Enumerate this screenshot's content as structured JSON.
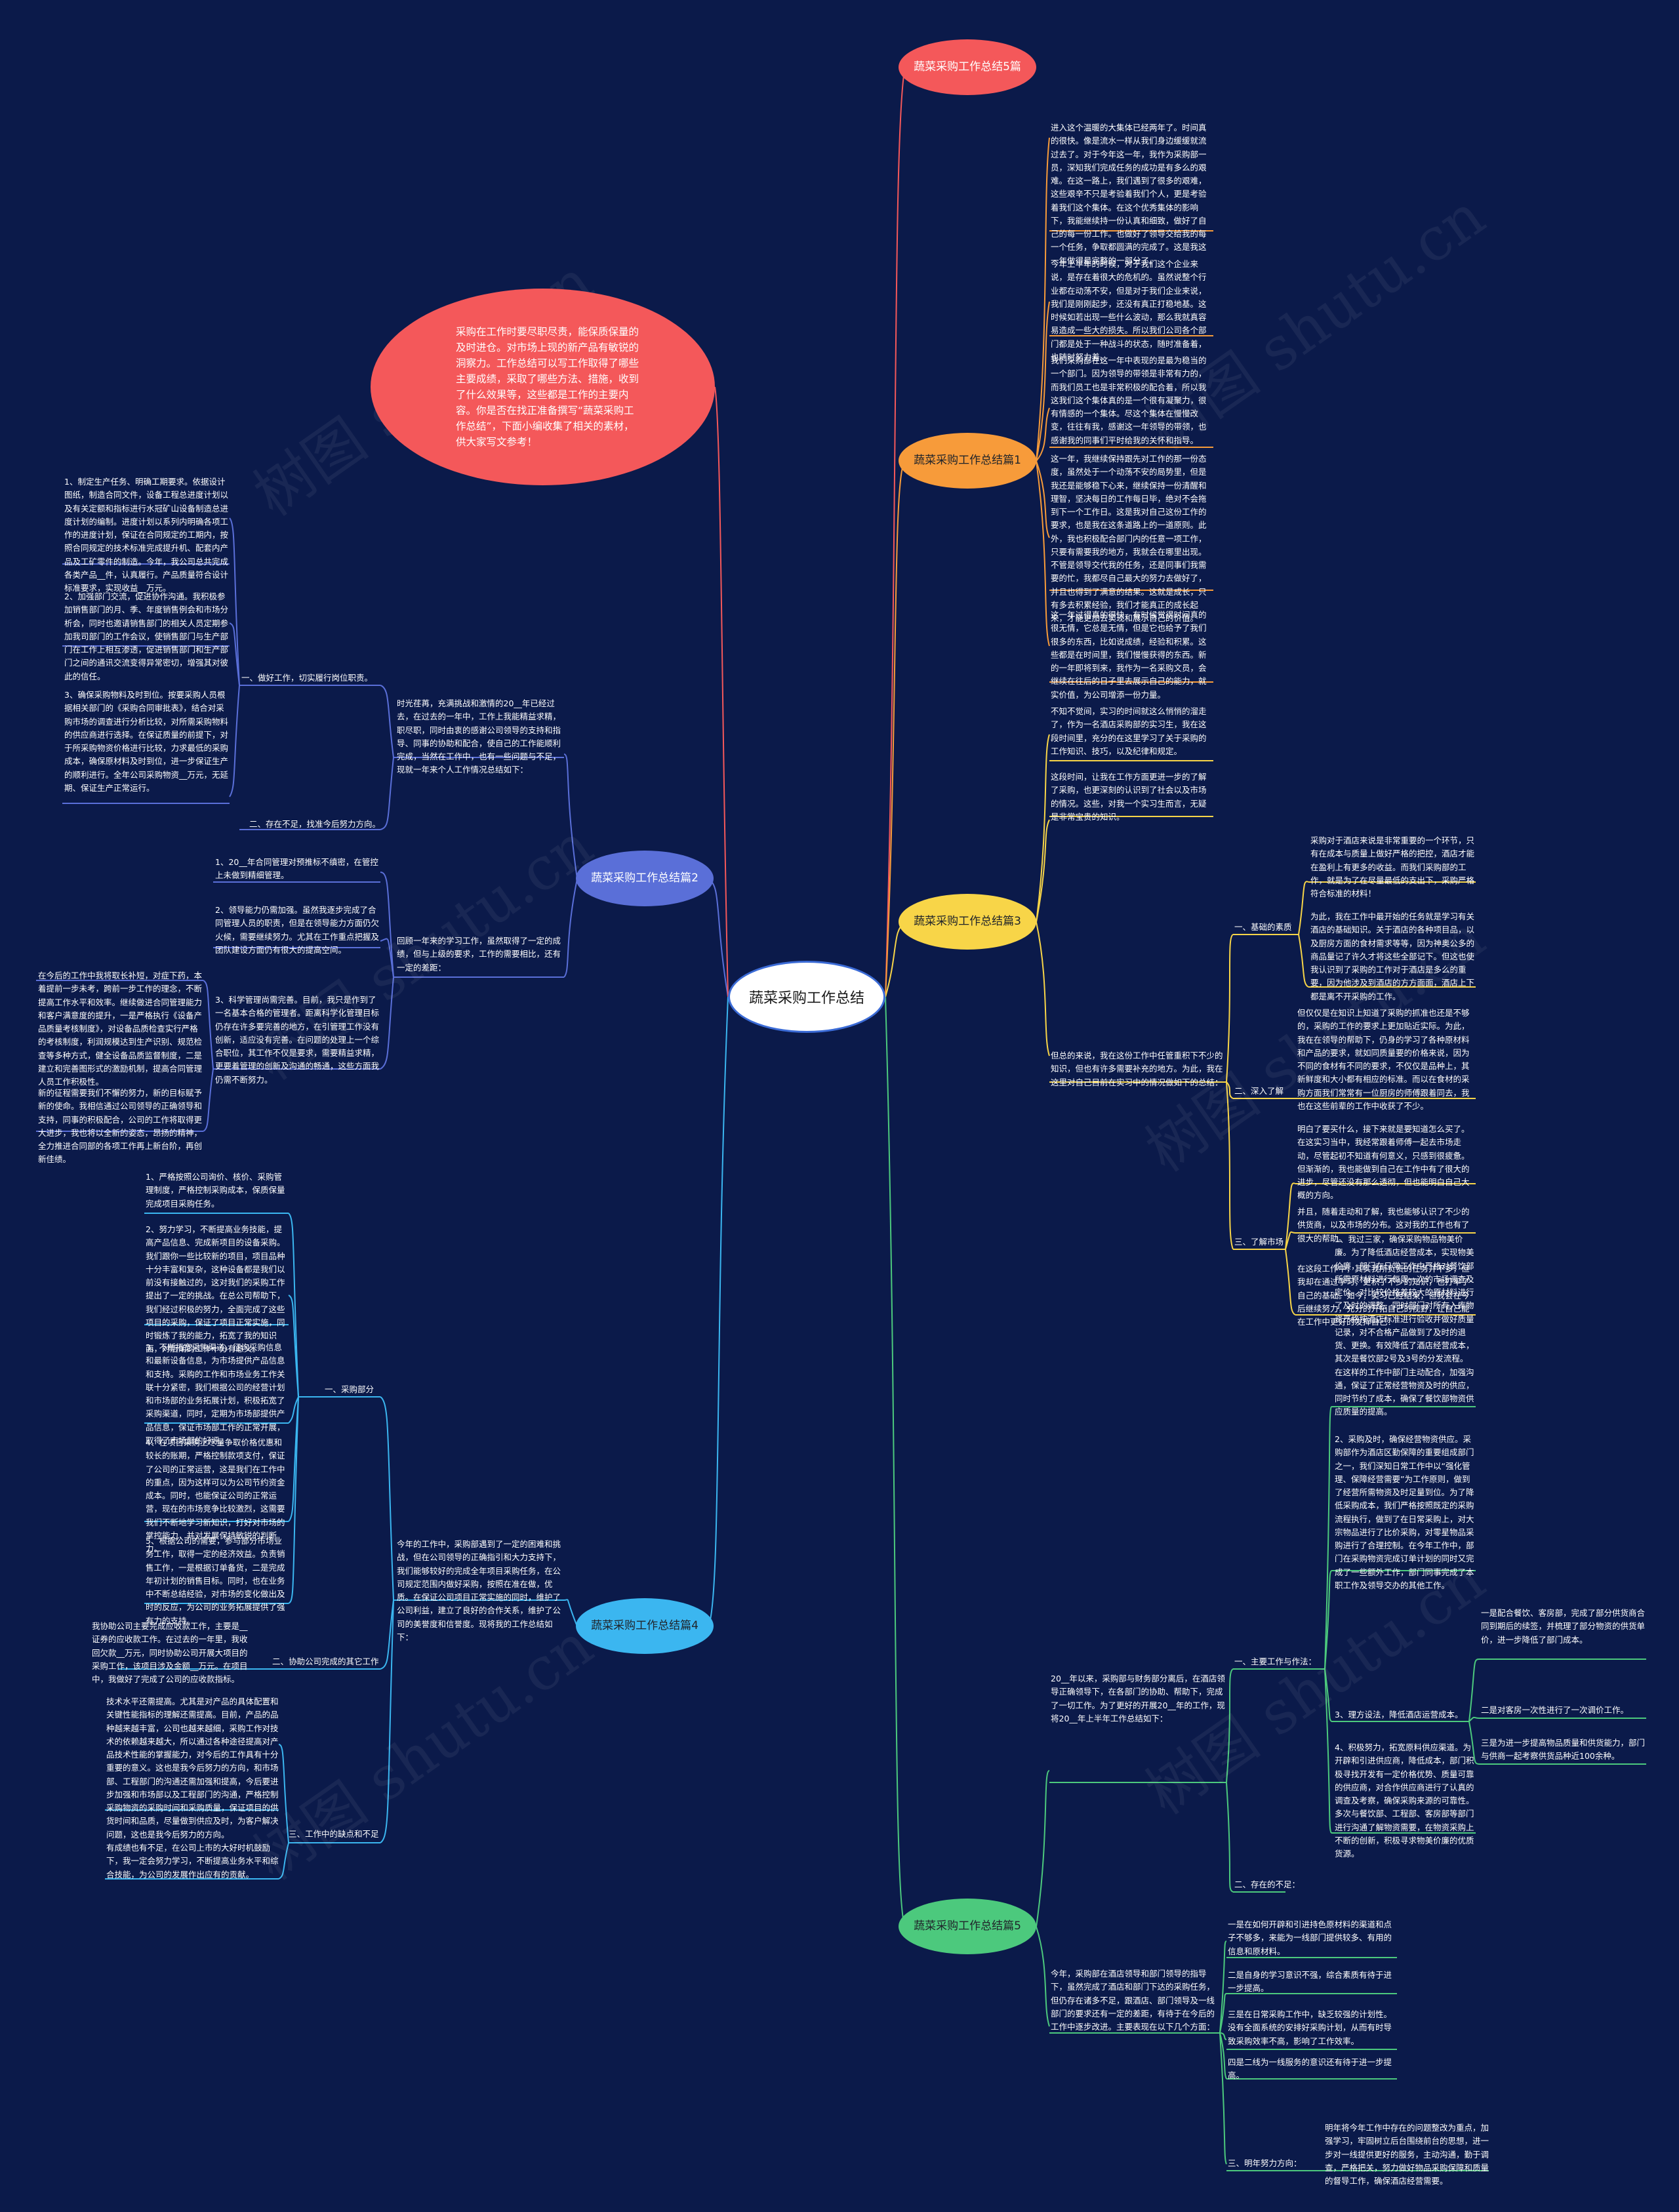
{
  "root": {
    "label": "蔬菜采购工作总结"
  },
  "intro": {
    "text": "采购在工作时要尽职尽责，能保质保量的及时进仓。对市场上现的新产品有敏锐的洞察力。工作总结可以写工作取得了哪些主要成绩，采取了哪些方法、措施，收到了什么效果等，这些都是工作的主要内容。你是否在找正准备撰写“蔬菜采购工作总结”，下面小编收集了相关的素材，供大家写文参考！"
  },
  "branches": {
    "b5top": {
      "label": "蔬菜采购工作总结5篇"
    },
    "b1": {
      "label": "蔬菜采购工作总结篇1",
      "p1": "进入这个温暖的大集体已经两年了。时间真的很快。像是流水一样从我们身边缓缓就流过去了。对于今年这一年，我作为采购部一员，深知我们完成任务的成功是有多么的艰难。在这一路上，我们遇到了很多的艰难，这些艰辛不只是考验着我们个人，更是考验着我们这个集体。在这个优秀集体的影响下，我能继续持一份认真和细致，做好了自己的每一份工作。也做好了领导交给我的每一个任务，争取都圆满的完成了。这是我这一年做得最完整的一部分了。",
      "p2": "今年上半年的时候，对于我们这个企业来说，是存在着很大的危机的。虽然说整个行业都在动荡不安，但是对于我们企业来说，我们是刚刚起步，还没有真正打稳地基。这时候如若出现一些什么波动，那么我就真容易造成一些大的损失。所以我们公司各个部门都是处于一种战斗的状态，随时准备着，也随时努力着。",
      "p3": "我们采购部在这一年中表现的是最为稳当的一个部门。因为领导的带领是非常有力的，而我们员工也是非常积极的配合着，所以我这我们这个集体真的是一个很有凝聚力，很有情感的一个集体。尽这个集体在慢慢改变，往往有我，感谢这一年领导的带领，也感谢我的同事们平时给我的关怀和指导。",
      "p4": "这一年，我继续保持跟先对工作的那一份态度，虽然处于一个动荡不安的局势里，但是我还是能够稳下心来，继续保持一份清醒和理智，坚决每日的工作每日毕，绝对不会拖到下一个工作日。这是我对自己这份工作的要求，也是我在这条道路上的一道原则。此外，我也积极配合部门内的任意一项工作，只要有需要我的地方，我就会在哪里出现。不管是领导交代我的任务，还是同事们我需要的忙，我都尽自己最大的努力去做好了，并且也得到了满意的结果。这就是成长，只有多去积累经验，我们才能真正的成长起来，才能更加去实现和展示自己的价值。",
      "p5": "这一年过得真的很快，有时候觉得时间真的很无情，它总是无情，但是它也给予了我们很多的东西，比如说成绩，经验和积累。这些都是在时间里，我们慢慢获得的东西。新的一年即将到来，我作为一名采购文员，会继续在往后的日子里去展示自己的能力，就实价值，为公司增添一份力量。"
    },
    "b3": {
      "label": "蔬菜采购工作总结篇3",
      "p1": "不知不觉间，实习的时间就这么悄悄的溜走了，作为一名酒店采购部的实习生，我在这段时间里，充分的在这里学习了关于采购的工作知识、技巧，以及纪律和规定。",
      "p2": "这段时间，让我在工作方面更进一步的了解了采购，也更深刻的认识到了社会以及市场的情况。这些，对我一个实习生而言，无疑是非常宝贵的知识。",
      "p3": "但总的来说，我在这份工作中任管重积下不少的知识，但也有许多需要补充的地方。为此，我在这里对自己目前在实习中的情况做如下的总结：",
      "s1": {
        "label": "一、基础的素质",
        "a": "采购对于酒店来说是非常重要的一个环节，只有在成本与质量上做好严格的把控，酒店才能在盈利上有更多的收益。而我们采购部的工作，就是为了在尽量最低的支出下，采购严格符合标准的材料！",
        "b": "为此，我在工作中最开始的任务就是学习有关酒店的基础知识。关于酒店的各种项目品，以及厨房方面的食材需求等等，因为神奥公多的商品量记了许久才将这些全部记下。但这也使我认识到了采购的工作对于酒店是多么的重要，因为他涉及到酒店的方方面面，酒店上下都是离不开采购的工作。"
      },
      "s2": {
        "label": "二、深入了解",
        "a": "但仅仅是在知识上知道了采购的抓准也还是不够的，采购的工作的要求上更加贴近实际。为此，我在在领导的帮助下，仍身的学习了各种原材料和产品的要求，就如同质量要的价格来说，因为不同的食材有不同的要求，不仅仅是品种上，其新鲜度和大小都有相应的标准。而以在食材的采购方面我们常常有一位厨房的师傅跟着同去，我也在这些前辈的工作中收获了不少。"
      },
      "s3": {
        "label": "三、了解市场",
        "a": "明白了要买什么，接下来就是要知道怎么买了。在这实习当中，我经常跟着师傅一起去市场走动，尽管起初不知道有何意义，只感到很疲惫。但渐渐的，我也能做到自己在工作中有了很大的进步，尽管还没有那么透彻，但也能明白自己大概的方向。",
        "b": "并且，随着走动和了解，我也能够认识了不少的供货商，以及市场的分布。这对我的工作也有了很大的帮助。",
        "c": "在这段工作中，其实我所负责的任务并不多，但我却在通过学习，更积了不少的知识，也打牢了自己的基础。如今，实习已经结束，但我会在今后继续努力，充分的开拓自己的视野，让自己能在工作中更好的发挥自己！"
      }
    },
    "b5": {
      "label": "蔬菜采购工作总结篇5",
      "intro": "20__年以来，采购部与财务部分离后，在酒店领导正确领导下，在各部门的协助、帮助下，完成了一切工作。为了更好的开展20__年的工作，现将20__年上半年工作总结如下：",
      "s1": {
        "label": "一、主要工作与作法：",
        "a": "1、我过三家，确保采购物品物美价廉。为了降低酒店经营成本，实现物美价廉，部门在日常工作中严格对餐饮部所需原材料进行每周一次的市场调查及定价。对比较价格差较大的原材料进行了及时的调整，同时部门对所有入库物资严格按酒店标准进行验收并做好质量记录，对不合格产品做到了及时的退货、更换。有效降低了酒店经营成本，其次是餐饮部2号及3号的分发流程。在这样的工作中部门主动配合，加强沟通，保证了正常经营物资及时的供应，同时节约了成本，确保了餐饮部物资供应质量的提高。",
        "b": "2、采购及时，确保经营物资供应。采购部作为酒店区勤保障的重要组成部门之一，我们深知日常工作中以“强化管理、保障经营需要”为工作原则，做到了经营所需物资及时足量到位。为了降低采购成本，我们严格按照既定的采购流程执行，做到了在日常采购上，对大宗物品进行了比价采购，对零星物品采购进行了合理控制。在今年工作中，部门在采购物资完成订单计划的同时又完成了一些额外工作，部门同事完成了本职工作及领导交办的其他工作。",
        "c": "3、理方设法，降低酒店运营成本。",
        "d": "4、积极努力，拓宽原料供应渠道。为开辟和引进供应商，降低成本，部门积极寻找开发有一定价格优势、质量可靠的供应商，对合作供应商进行了认真的调查及考察，确保采购来源的可靠性。多次与餐饮部、工程部、客房部等部门进行沟通了解物资需要，在物资采购上不断的创新，积极寻求物美价廉的优质货源。",
        "c1": "一是配合餐饮、客房部，完成了部分供货商合同到期后的续签，并梳理了部分物资的供货单价，进一步降低了部门成本。",
        "c2": "二是对客房一次性进行了一次调价工作。",
        "c3": "三是为进一步提高物品质量和供货能力，部门与供商一起考察供货品种近100余种。"
      },
      "s2": {
        "label": "二、存在的不足："
      },
      "intro2": "今年，采购部在酒店领导和部门领导的指导下，虽然完成了酒店和部门下达的采购任务，但仍存在诸多不足，跟酒店、部门领导及一线部门的要求还有一定的差距，有待于在今后的工作中逐步改进。主要表现在以下几个方面：",
      "n1": "一是在如何开辟和引进持色原材料的渠道和点子不够多，来能为一线部门提供较多、有用的信息和原材料。",
      "n2": "二是自身的学习意识不强，综合素质有待于进一步提高。",
      "n3": "三是在日常采购工作中，缺乏较强的计划性。没有全面系统的安排好采购计划，从而有时导致采购效率不高，影响了工作效率。",
      "n4": "四是二线为一线服务的意识还有待于进一步提高。",
      "s3": {
        "label": "三、明年努力方向：",
        "a": "明年将今年工作中存在的问题整改为重点，加强学习，牢固树立后台围绕前台的思想，进一步对一线提供更好的服务，主动沟通，勤于调查，严格把关，努力做好物品采购保障和质量的督导工作，确保酒店经营需要。"
      }
    },
    "b2": {
      "label": "蔬菜采购工作总结篇2",
      "intro": "时光荏苒，充满挑战和激情的20__年已经过去，在过去的一年中，工作上我能精益求精，职尽职，同时由衷的感谢公司领导的支持和指导、同事的协助和配合，使自己的工作能顺利完成，当然在工作中，也有一些问题与不足，现就一年来个人工作情况总结如下：",
      "s1": {
        "label": "一、做好工作，切实履行岗位职责。",
        "a": "1、制定生产任务、明确工期要求。依据设计图纸，制造合同文件，设备工程总进度计划以及有关定额和指标进行水冠矿山设备制造总进度计划的编制。进度计划以系列内明确各项工作的进度计划，保证在合同规定的工期内，按照合同规定的技术标准完成提升机、配套内产品及工矿零件的制造。今年，我公司总共完成各类产品__件，认真履行。产品质量符合设计标准要求，实现收益__万元。",
        "b": "2、加强部门交流，促进协作沟通。我积极参加销售部门的月、季、年度销售例会和市场分析会，同时也邀请销售部门的相关人员定期参加我司部门的工作会议，使销售部门与生产部门在工作上相互渗透，促进销售部门和生产部门之间的通讯交流变得异常密切，增强其对彼此的信任。",
        "c": "3、确保采购物料及时到位。按要采购人员根据相关部门的《采购合同审批表》，结合对采购市场的调查进行分析比较，对所需采购物料的供应商进行选择。在保证质量的前提下，对于所采购物资价格进行比较，力求最低的采购成本，确保原材料及时到位，进一步保证生产的顺利进行。全年公司采购物资__万元，无延期、保证生产正常运行。"
      },
      "s2": {
        "label": "二、存在不足，找准今后努力方向。"
      },
      "mid": "回顾一年来的学习工作，虽然取得了一定的成绩，但与上级的要求，工作的需要相比，还有一定的差距：",
      "m1": "1、20__年合同管理对预推标不缜密，在管控上未做到精细管理。",
      "m2": "2、领导能力仍需加强。虽然我逐步完成了合同管理人员的职责，但是在领导能力方面仍欠火候，需要继续努力。尤其在工作重点把握及团队建设方面仍有很大的提高空间。",
      "m3": "3、科学管理尚需完善。目前，我只是作到了一名基本合格的管理者。距离科学化管理目标仍存在许多要完善的地方，在引管理工作没有创新，适应没有完善。在问题的处理上一个综合职位，其工作不仅是要求，需要精益求精，更要着管理的创新及沟通的畅通，这些方面我仍需不断努力。",
      "f1": "在今后的工作中我将取长补短，对症下药，本着提前一步未考，跨前一步工作的理念，不断提高工作水平和效率。继续做进合同管理能力和客户满意度的提升，一是严格执行《设备产品质量考核制度》，对设备品质检查实行严格的考核制度，利润规模达到生产识别、规范检查等多种方式，健全设备品质监督制度，二是建立和完善图形式的激励机制，提高合同管理人员工作积极性。",
      "f2": "新的征程需要我们不懈的努力，新的目标赋予新的使命。我相信通过公司领导的正确领导和支持，同事的积极配合，公司的工作将取得更大进步，我也将以全新的姿态，昂扬的精神，全力推进合同部的各项工作再上新台阶，再创新佳绩。"
    },
    "b4": {
      "label": "蔬菜采购工作总结篇4",
      "intro": "今年的工作中，采购部遇到了一定的困难和挑战，但在公司领导的正确指引和大力支持下，我们能够较好的完成全年项目采购任务，在公司规定范围内做好采购，按照在准在做，优质。在保证公司项目正常实施的同时，维护了公司利益，建立了良好的合作关系，维护了公司的美誉度和信誉度。现将我的工作总结如下：",
      "s1": {
        "label": "一、采购部分",
        "a": "1、严格按照公司询价、核价、采购管理制度，严格控制采购成本，保质保量完成项目采购任务。",
        "b": "2、努力学习，不断提高业务技能，提高产品信息、完成新项目的设备采购。我们跟你一些比较新的项目，项目品种十分丰富和复杂，这种设备都是我们以前没有接触过的，这对我们的采购工作提出了一定的挑战。在总公司帮助下，我们经过积极的努力，全面完成了这些项目的采购，保证了项目正常实施，同时锻炼了我的能力，拓宽了我的知识面，对后期的工作十分有意义。",
        "c": "3、不断拓宽采购渠道，征询采购信息和最新设备信息，为市场提供产品信息和支持。采购的工作和市场业务工作关联十分紧密，我们根据公司的经营计划和市场部的业务拓展计划，积极拓宽了采购渠道，同时，定期为市场部提供产品信息，保证市场部工作的正常开展，取得了市场部的好评。",
        "d": "4、在项目采购上尽量争取价格优惠和较长的账期，严格控制款项支付，保证了公司的正常运营，这是我们在工作中的重点，因为这样可以为公司节约资金成本。同时，也能保证公司的正常运营，现在的市场竞争比较激烈，这需要我们不断地学习新知识，打好对市场的掌控能力，并对发展保持敏锐的判断力。",
        "e": "5、根据公司的需要，参与部分市场业务工作，取得一定的经济效益。负责销售工作，一是根据订单备货，二是完成年初计划的销售目标。同时，也在业务中不断总结经验，对市场的变化做出及时的反应，为公司的业务拓展提供了强有力的支持。"
      },
      "s2": {
        "label": "二、协助公司完成的其它工作",
        "a": "我协助公司主要完成应收款工作，主要是__证券的应收款工作。在过去的一年里，我收回欠款__万元，同时协助公司开展大项目的采购工作，该项目涉及金额__万元。在项目中，我做好了完成了公司的应收款指标。"
      },
      "s3": {
        "label": "三、工作中的缺点和不足",
        "a": "技术水平还需提高。尤其是对产品的具体配置和关键性能指标的理解还需提高。目前，产品的品种越来越丰富，公司也越来越细，采购工作对技术的依赖越来越大，所以通过各种途径提高对产品技术性能的掌握能力，对今后的工作具有十分重要的意义。这也是我今后努力的方向，和市场部、工程部门的沟通还需加强和提高，今后要进步加强和市场部以及工程部门的沟通，严格控制采购物资的采购时间和采购质量，保证项目的供货时间和品质，尽量做到供应及时，为客户解决问题，这也是我今后努力的方向。",
        "b": "有成绩也有不足，在公司上市的大好时机鼓励下，我一定会努力学习，不断提高业务水平和综合技能，为公司的发展作出应有的贡献。"
      }
    }
  },
  "colors": {
    "background": "#0b1a4a",
    "b5top": "#f4585a",
    "b1": "#f79b3a",
    "b3": "#f8d548",
    "b5": "#4cc97d",
    "b2": "#5a6fd8",
    "b4": "#3bb6f0",
    "intro": "#f4585a"
  },
  "watermark": "树图 shutu.cn"
}
